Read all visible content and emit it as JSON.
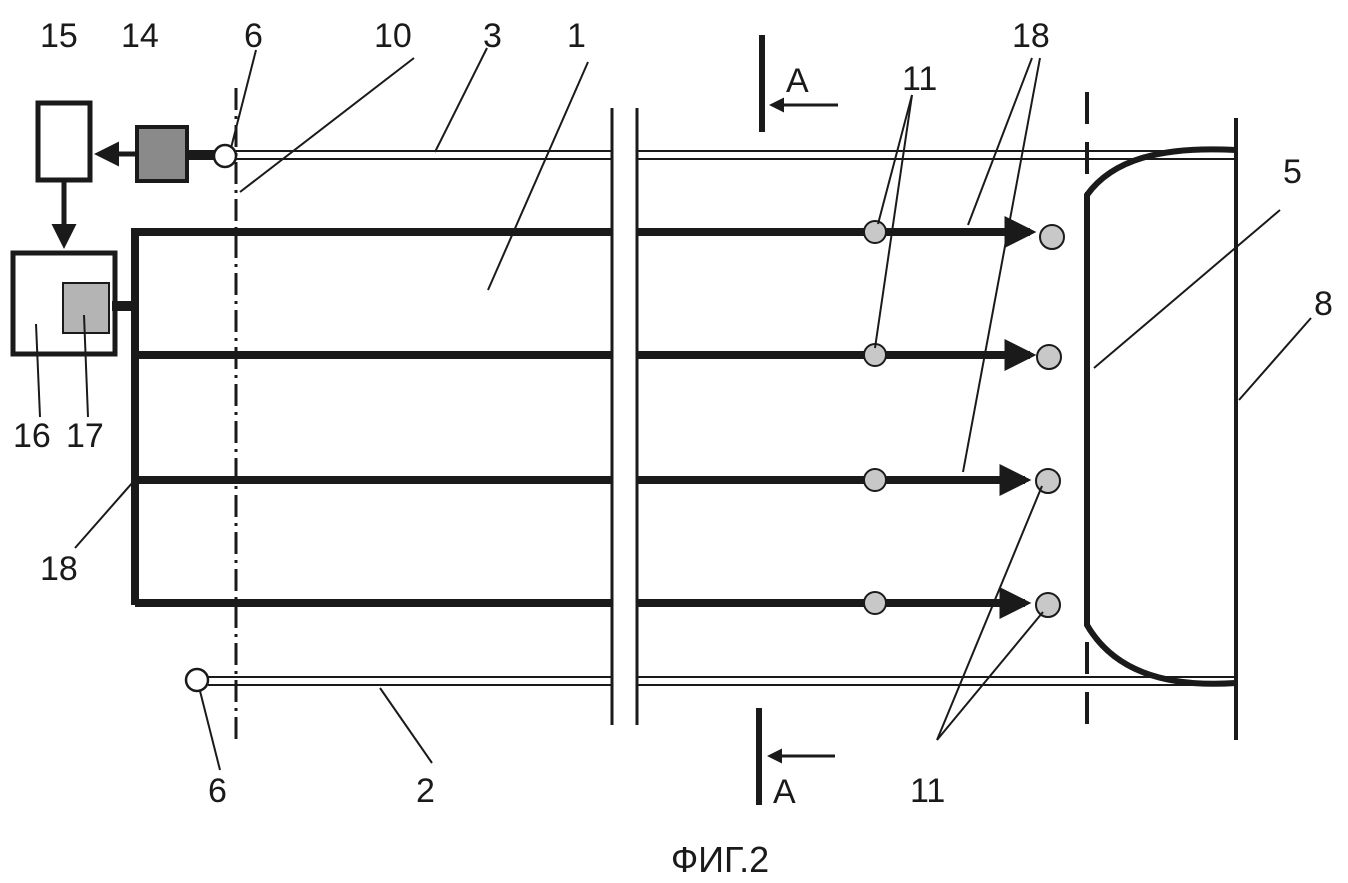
{
  "caption": "ФИГ.2",
  "section_mark": "A",
  "labels": {
    "n15": "15",
    "n14": "14",
    "n6_top": "6",
    "n10": "10",
    "n3": "3",
    "n1": "1",
    "n11_top": "11",
    "n18_top": "18",
    "n5": "5",
    "n8": "8",
    "n16": "16",
    "n17": "17",
    "n18_left": "18",
    "n6_bottom": "6",
    "n2": "2",
    "n11_bottom": "11"
  },
  "colors": {
    "line": "#1a1a1a",
    "box_gray": "#8a8a8a",
    "inner_gray": "#b4b4b4",
    "node_gray": "#c8c8c8"
  }
}
